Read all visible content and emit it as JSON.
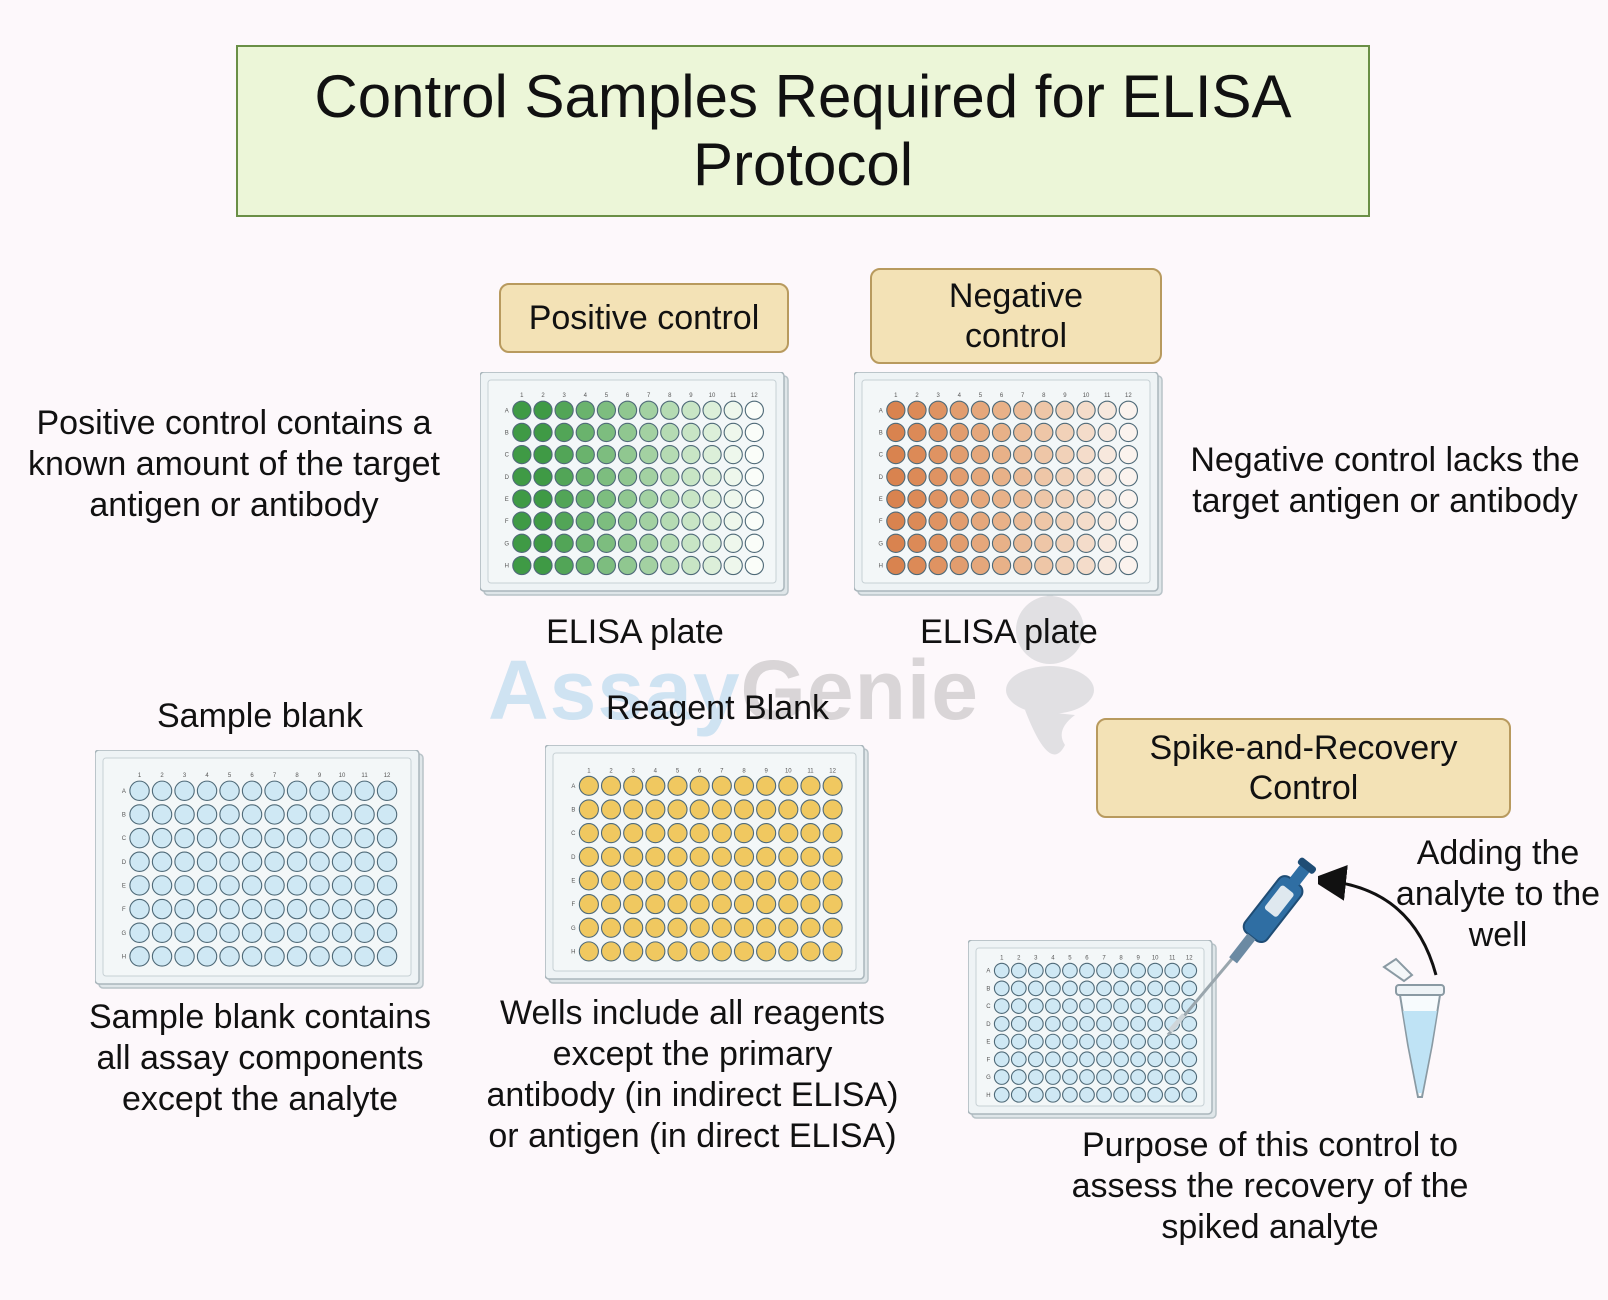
{
  "title": "Control Samples Required for ELISA Protocol",
  "watermark": {
    "part1": "Assay",
    "part2": "Genie"
  },
  "positive": {
    "tag": "Positive control",
    "description": [
      "Positive control contains a",
      "known amount of the target",
      "antigen or antibody"
    ],
    "plate_label": "ELISA plate"
  },
  "negative": {
    "tag": [
      "Negative",
      "control"
    ],
    "description": [
      "Negative control lacks the",
      "target antigen or antibody"
    ],
    "plate_label": "ELISA plate"
  },
  "sample_blank": {
    "label": "Sample blank",
    "description": [
      "Sample blank contains",
      "all assay components",
      "except the analyte"
    ]
  },
  "reagent_blank": {
    "label": "Reagent Blank",
    "description": [
      "Wells  include all reagents",
      "except the primary",
      "antibody (in indirect ELISA)",
      "or antigen (in direct ELISA)"
    ]
  },
  "spike": {
    "tag": [
      "Spike-and-Recovery",
      "Control"
    ],
    "arrow_label": [
      "Adding the",
      "analyte to the",
      "well"
    ],
    "description": [
      "Purpose of this control to",
      "assess the recovery of the",
      "spiked analyte"
    ]
  },
  "plate_columns": [
    "1",
    "2",
    "3",
    "4",
    "5",
    "6",
    "7",
    "8",
    "9",
    "10",
    "11",
    "12"
  ],
  "plate_rows": [
    "A",
    "B",
    "C",
    "D",
    "E",
    "F",
    "G",
    "H"
  ],
  "colors": {
    "positive_gradient": [
      "#3f9a45",
      "#3f9a45",
      "#52a557",
      "#6ab36d",
      "#7dbd7f",
      "#90c790",
      "#a3d1a2",
      "#b5dbb3",
      "#c8e5c5",
      "#dcefd9",
      "#eef7ec",
      "#fafdf9"
    ],
    "negative_gradient": [
      "#d9834f",
      "#dc8a57",
      "#df9362",
      "#e29d6e",
      "#e5a77b",
      "#e8b188",
      "#ebbb97",
      "#eec6a7",
      "#f1d1b8",
      "#f4dcca",
      "#f7e8dd",
      "#fbf3ee"
    ],
    "sample_blank_well": "#cfe8f4",
    "reagent_blank_well": "#f0c860",
    "spike_well": "#cfe8f4"
  }
}
